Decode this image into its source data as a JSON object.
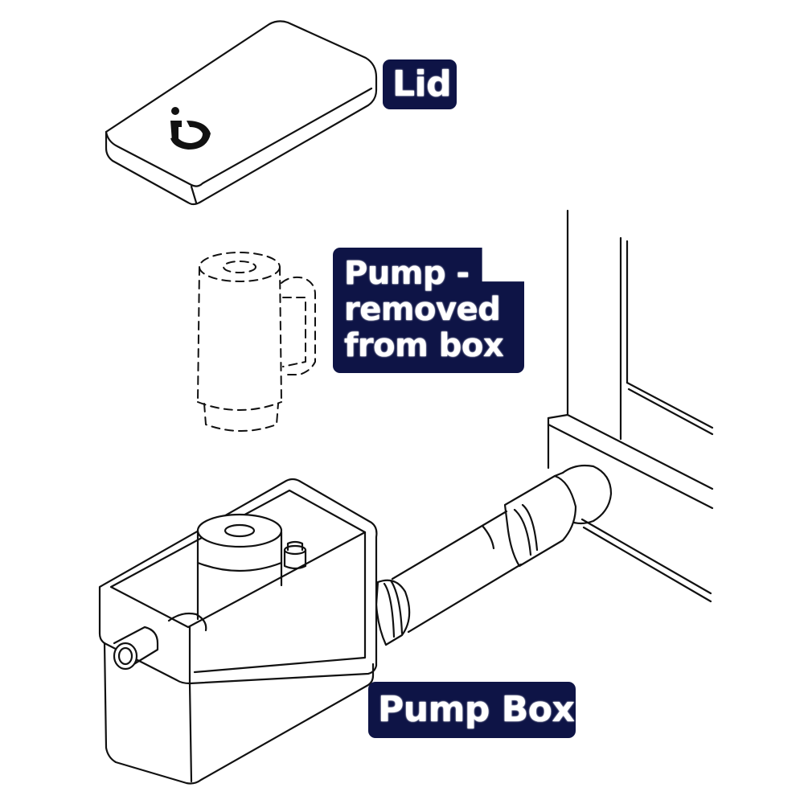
{
  "labels": {
    "lid": "Lid",
    "pump_lines": [
      "Pump -",
      "removed",
      "from box"
    ],
    "pump_box": "Pump Box"
  },
  "colors": {
    "label_background": "#0e1446",
    "label_text": "#ffffff",
    "line_art": "#111111"
  },
  "icons": {
    "lid_logo": "wheelchair-accessibility-logo"
  }
}
